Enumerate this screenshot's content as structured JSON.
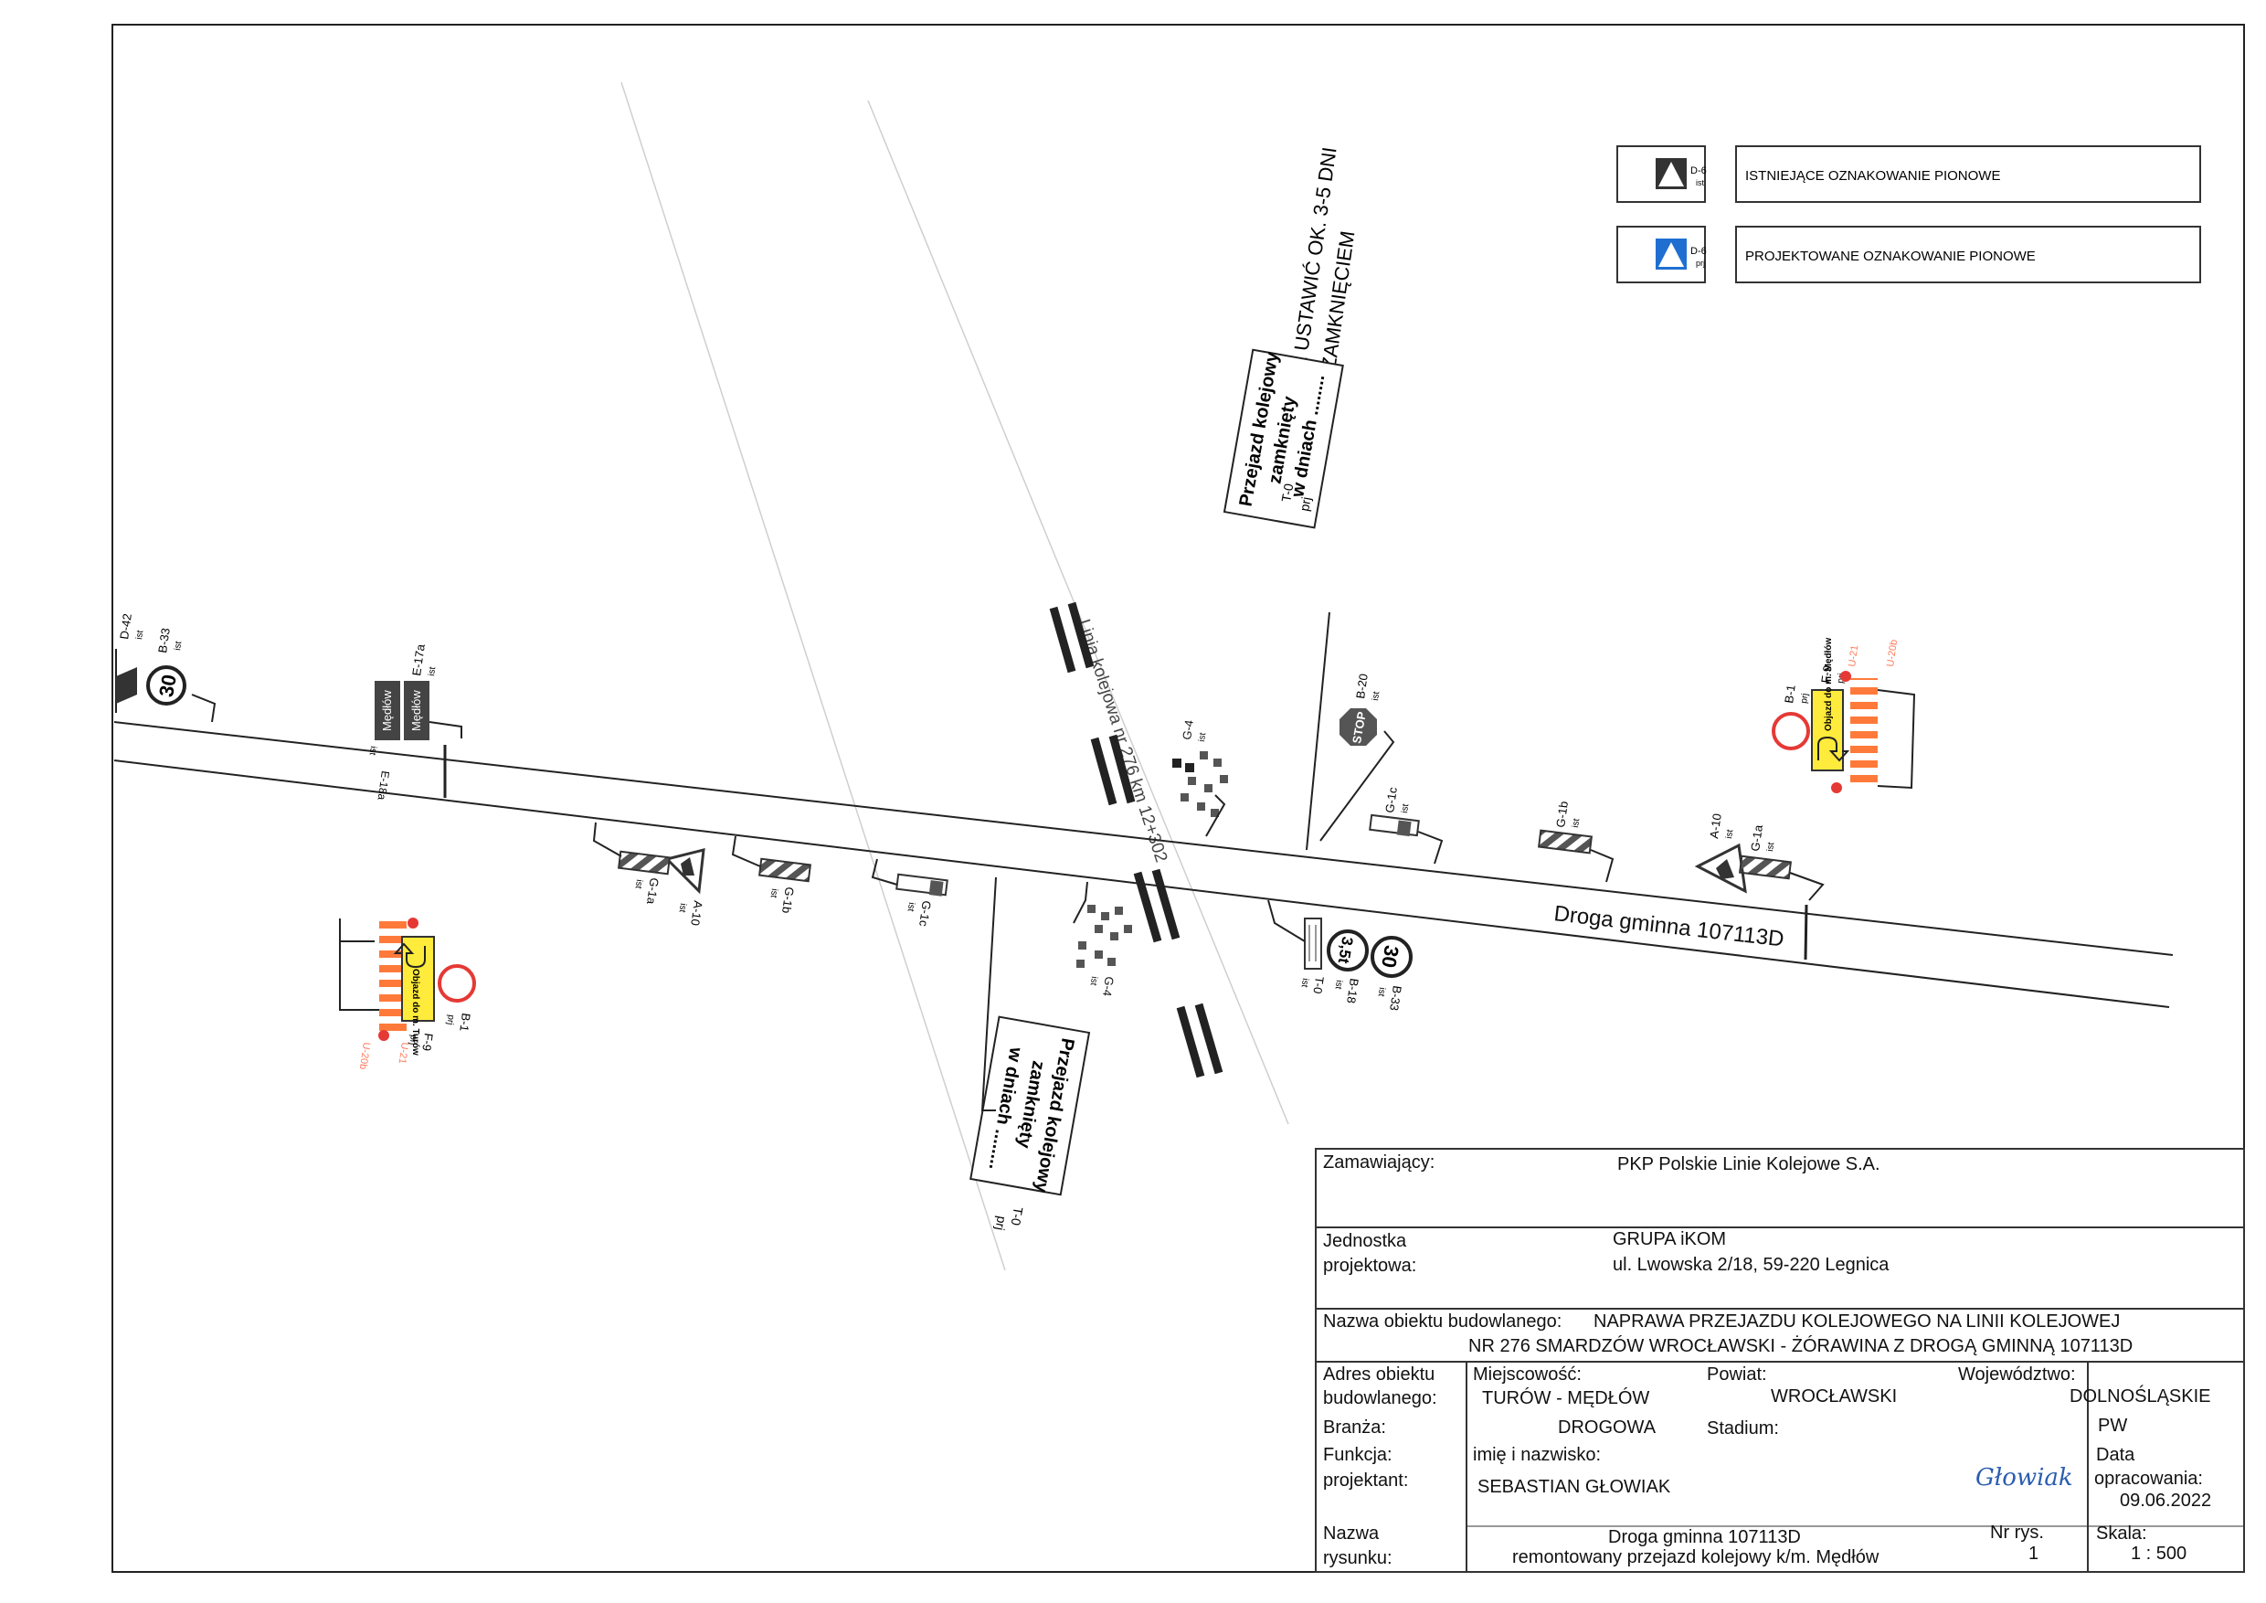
{
  "legend": {
    "items": [
      {
        "code": "D-6",
        "status": "ist",
        "label": "ISTNIEJĄCE OZNAKOWANIE PIONOWE",
        "color": "#333333"
      },
      {
        "code": "D-6",
        "status": "prj",
        "label": "PROJEKTOWANE OZNAKOWANIE PIONOWE",
        "color": "#1f6fd1"
      }
    ]
  },
  "note": {
    "line1": "TABLICE USTAWIĆ OK. 3-5 DNI",
    "line2": "PRZED ZAMKNIĘCIEM"
  },
  "road_label": "Droga gminna 107113D",
  "rail_label": "Linia kolejowa nr 276 km 12+302",
  "closure_board": {
    "line1": "Przejazd kolejowy",
    "line2": "zamknięty",
    "line3": "w dniach ........"
  },
  "signs": {
    "d42": {
      "code": "D-42",
      "status": "ist"
    },
    "b33_left": {
      "code": "B-33",
      "status": "ist",
      "text": "30"
    },
    "e17a": {
      "code": "E-17a",
      "status": "ist",
      "text": "Mędłów"
    },
    "e18a": {
      "code": "E-18a",
      "status": "ist",
      "text": "Mędłów"
    },
    "t0_top": {
      "code": "T-0",
      "status": "prj"
    },
    "t0_bottom": {
      "code": "T-0",
      "status": "prj"
    },
    "b20": {
      "code": "B-20",
      "status": "ist",
      "text": "STOP"
    },
    "g4_top": {
      "code": "G-4",
      "status": "ist"
    },
    "g4_bottom": {
      "code": "G-4",
      "status": "ist"
    },
    "g1c_right": {
      "code": "G-1c",
      "status": "ist"
    },
    "g1b_right": {
      "code": "G-1b",
      "status": "ist"
    },
    "a10_right": {
      "code": "A-10",
      "status": "ist"
    },
    "g1a_right": {
      "code": "G-1a",
      "status": "ist"
    },
    "b1_right": {
      "code": "B-1",
      "status": "prj"
    },
    "f9_right": {
      "code": "F-9",
      "status": "prj",
      "text": "Objazd do m. Mędłów"
    },
    "u20b_right": {
      "code": "U-20b",
      "status": "prj"
    },
    "u21_right": {
      "code": "U-21",
      "status": "prj"
    },
    "g1a_left": {
      "code": "G-1a",
      "status": "ist"
    },
    "a10_left": {
      "code": "A-10",
      "status": "ist"
    },
    "g1b_left": {
      "code": "G-1b",
      "status": "ist"
    },
    "g1c_left": {
      "code": "G-1c",
      "status": "ist"
    },
    "t0_weight": {
      "code": "T-0",
      "status": "ist"
    },
    "b18": {
      "code": "B-18",
      "status": "ist",
      "text": "3,5t"
    },
    "b33_right": {
      "code": "B-33",
      "status": "ist",
      "text": "30"
    },
    "b1_left": {
      "code": "B-1",
      "status": "prj"
    },
    "f9_left": {
      "code": "F-9",
      "status": "prj",
      "text": "Objazd do m. Turów"
    },
    "u20b_left": {
      "code": "U-20b",
      "status": "prj"
    },
    "u21_left": {
      "code": "U-21",
      "status": "prj"
    }
  },
  "title_block": {
    "zamawiajacy_label": "Zamawiający:",
    "zamawiajacy_value": "PKP Polskie Linie Kolejowe S.A.",
    "jednostka_label1": "Jednostka",
    "jednostka_label2": "projektowa:",
    "jednostka_value1": "GRUPA iKOM",
    "jednostka_value2": "ul. Lwowska 2/18, 59-220 Legnica",
    "obiekt_label": "Nazwa obiektu budowlanego:",
    "obiekt_value1": "NAPRAWA PRZEJAZDU KOLEJOWEGO NA LINII KOLEJOWEJ",
    "obiekt_value2": "NR 276 SMARDZÓW WROCŁAWSKI - ŻÓRAWINA Z DROGĄ GMINNĄ 107113D",
    "adres_label1": "Adres obiektu",
    "adres_label2": "budowlanego:",
    "miejscowosc_label": "Miejscowość:",
    "miejscowosc_value": "TURÓW - MĘDŁÓW",
    "powiat_label": "Powiat:",
    "powiat_value": "WROCŁAWSKI",
    "wojewodztwo_label": "Województwo:",
    "wojewodztwo_value": "DOLNOŚLĄSKIE",
    "branza_label": "Branża:",
    "branza_value": "DROGOWA",
    "stadium_label": "Stadium:",
    "stadium_value": "PW",
    "funkcja_label": "Funkcja:",
    "projektant_label": "projektant:",
    "imie_label": "imię i nazwisko:",
    "imie_value": "SEBASTIAN GŁOWIAK",
    "podpis": "Głowiak",
    "data_label1": "Data",
    "data_label2": "opracowania:",
    "data_value": "09.06.2022",
    "rysunek_label1": "Nazwa",
    "rysunek_label2": "rysunku:",
    "rysunek_value1": "Droga gminna 107113D",
    "rysunek_value2": "remontowany przejazd kolejowy k/m. Mędłów",
    "nr_label": "Nr rys.",
    "nr_value": "1",
    "skala_label": "Skala:",
    "skala_value": "1 : 500"
  }
}
